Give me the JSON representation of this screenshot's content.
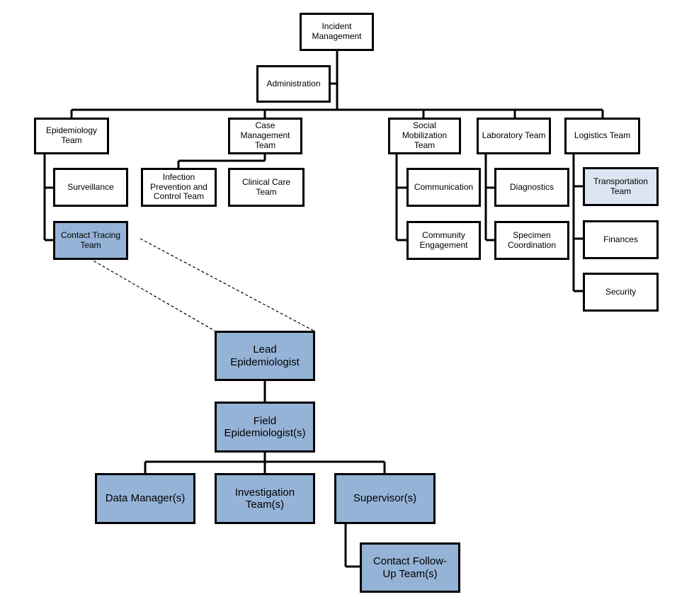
{
  "top": {
    "incident_management": "Incident\nManagement",
    "administration": "Administration"
  },
  "sections": {
    "epidemiology": "Epidemiology\nTeam",
    "case_management": "Case\nManagement\nTeam",
    "social_mobilization": "Social\nMobilization\nTeam",
    "laboratory": "Laboratory Team",
    "logistics": "Logistics Team"
  },
  "epidemiology_units": {
    "surveillance": "Surveillance",
    "contact_tracing": "Contact Tracing\nTeam"
  },
  "case_management_units": {
    "infection_prevention": "Infection\nPrevention and\nControl Team",
    "clinical_care": "Clinical Care\nTeam"
  },
  "social_units": {
    "communication": "Communication",
    "community_engagement": "Community\nEngagement"
  },
  "lab_units": {
    "diagnostics": "Diagnostics",
    "specimen_coordination": "Specimen\nCoordination"
  },
  "logistics_units": {
    "transportation": "Transportation\nTeam",
    "finances": "Finances",
    "security": "Security"
  },
  "contact_tracing_detail": {
    "lead_epidemiologist": "Lead\nEpidemiologist",
    "field_epidemiologists": "Field\nEpidemiologist(s)",
    "data_managers": "Data Manager(s)",
    "investigation_teams": "Investigation\nTeam(s)",
    "supervisors": "Supervisor(s)",
    "contact_followup": "Contact Follow-\nUp Team(s)"
  },
  "colors": {
    "highlight": "#95b3d7",
    "highlight_pale": "#dce6f2",
    "line": "#000000"
  }
}
